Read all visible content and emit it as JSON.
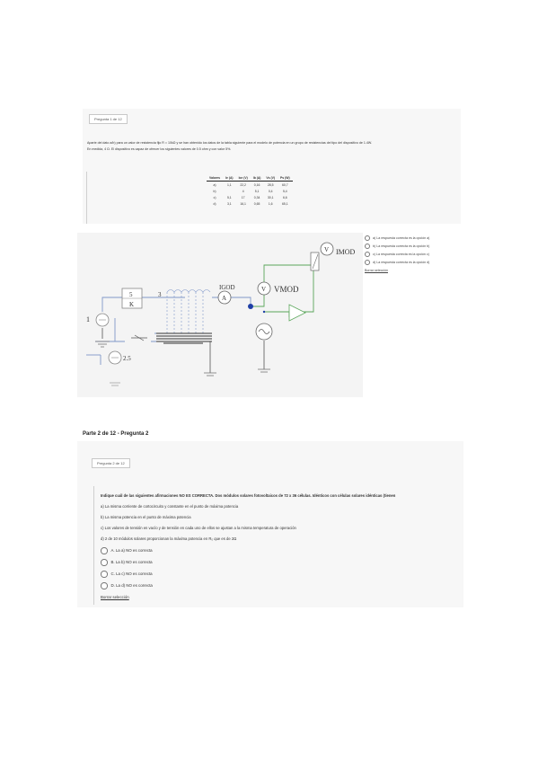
{
  "q1": {
    "tag": "Pregunta 1 de 12",
    "intro_line1": "Aparte del dato a/b) para un valor de resistencia fijo R = 10kΩ y se han obtenido los datos de la tabla siguiente para el modelo de potencia en un grupo de resistencias del tipo del dispositivo de 1.4W.",
    "intro_line2": "En medida, 4 Ω. El dispositivo es capaz de ofrecer los siguientes valores de 0.5 ohm y con valor 5%.",
    "table": {
      "headers": [
        "Valores",
        "Ie (A)",
        "Ice (V)",
        "Ib (A)",
        "Vs (V)",
        "Ps (W)"
      ],
      "rows": [
        [
          "a)",
          "1,1",
          "22,2",
          "0,16",
          "28,5",
          "60,7"
        ],
        [
          "b)",
          "",
          "4",
          "5,1",
          "0,4",
          "5,4"
        ],
        [
          "c)",
          "5,1",
          "17",
          "0,34",
          "30,1",
          "6,6"
        ],
        [
          "d)",
          "3,1",
          "16,1",
          "0,65",
          "1,6",
          "65,1"
        ]
      ]
    },
    "options": [
      "a)  La respuesta correcta es la opción a)",
      "b)  La respuesta correcta es la opción b)",
      "c)  La respuesta correcta es la opción c)",
      "d)  La respuesta correcta es la opción d)"
    ],
    "clear_choice": "Borrar selección",
    "circuit": {
      "source1_label": "1",
      "box_number": "5",
      "box_letter": "K",
      "node_label": "3",
      "meter1_label": "IGOD",
      "meter2_label": "VMOD",
      "meter3_label": "IMOD",
      "source2_label": "2.5",
      "meter_symbol_a": "A",
      "meter_symbol_v": "V"
    }
  },
  "q2": {
    "heading": "Parte 2 de 12 - Pregunta 2",
    "tag": "Pregunta 2 de 12",
    "prompt": "Indique cuál de las siguientes afirmaciones NO ES CORRECTA. Dos módulos solares fotovoltaicos de 72 x 36 células. Idénticos con células solares idénticas (tienen",
    "statements": [
      "a) La misma corriente de cortocircuito y constante en el punto de máxima potencia",
      "b) La misma potencia en el punto de máxima potencia",
      "c) Los valores de tensión en vacío y de tensión en cada uno de ellos se ajustan a la misma temperatura de operación",
      "d) 2 de 10 módulos solares proporcionan la máxima potencia en R₀ que es de 2Ω"
    ],
    "options": [
      "A. La a) NO es correcta",
      "B. La b) NO es correcta",
      "C. La c) NO es correcta",
      "D. La d) NO es correcta"
    ],
    "clear_choice": "Borrar selección"
  },
  "colors": {
    "card_bg": "#f7f7f7",
    "wire_blue": "#7f97c8",
    "wire_green": "#5aa65a",
    "node_blue": "#1f3fa6",
    "ground_gray": "#777777"
  }
}
